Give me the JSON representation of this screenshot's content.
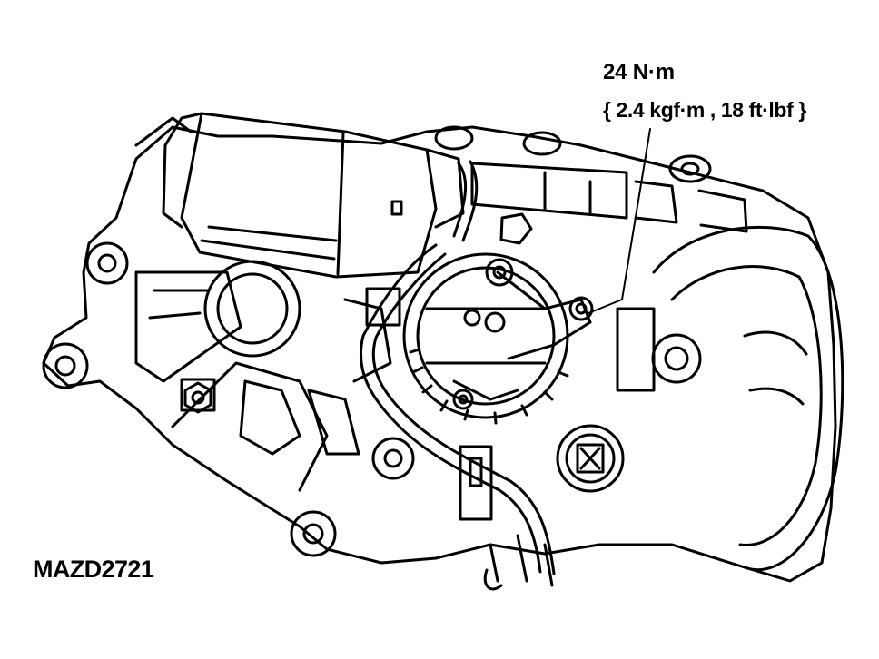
{
  "callout": {
    "torque_metric": "24 N·m",
    "torque_imperial": "{ 2.4 kgf·m , 18 ft·lbf }"
  },
  "figure": {
    "code": "MAZD2721"
  },
  "colors": {
    "ink": "#000000",
    "paper": "#ffffff"
  }
}
